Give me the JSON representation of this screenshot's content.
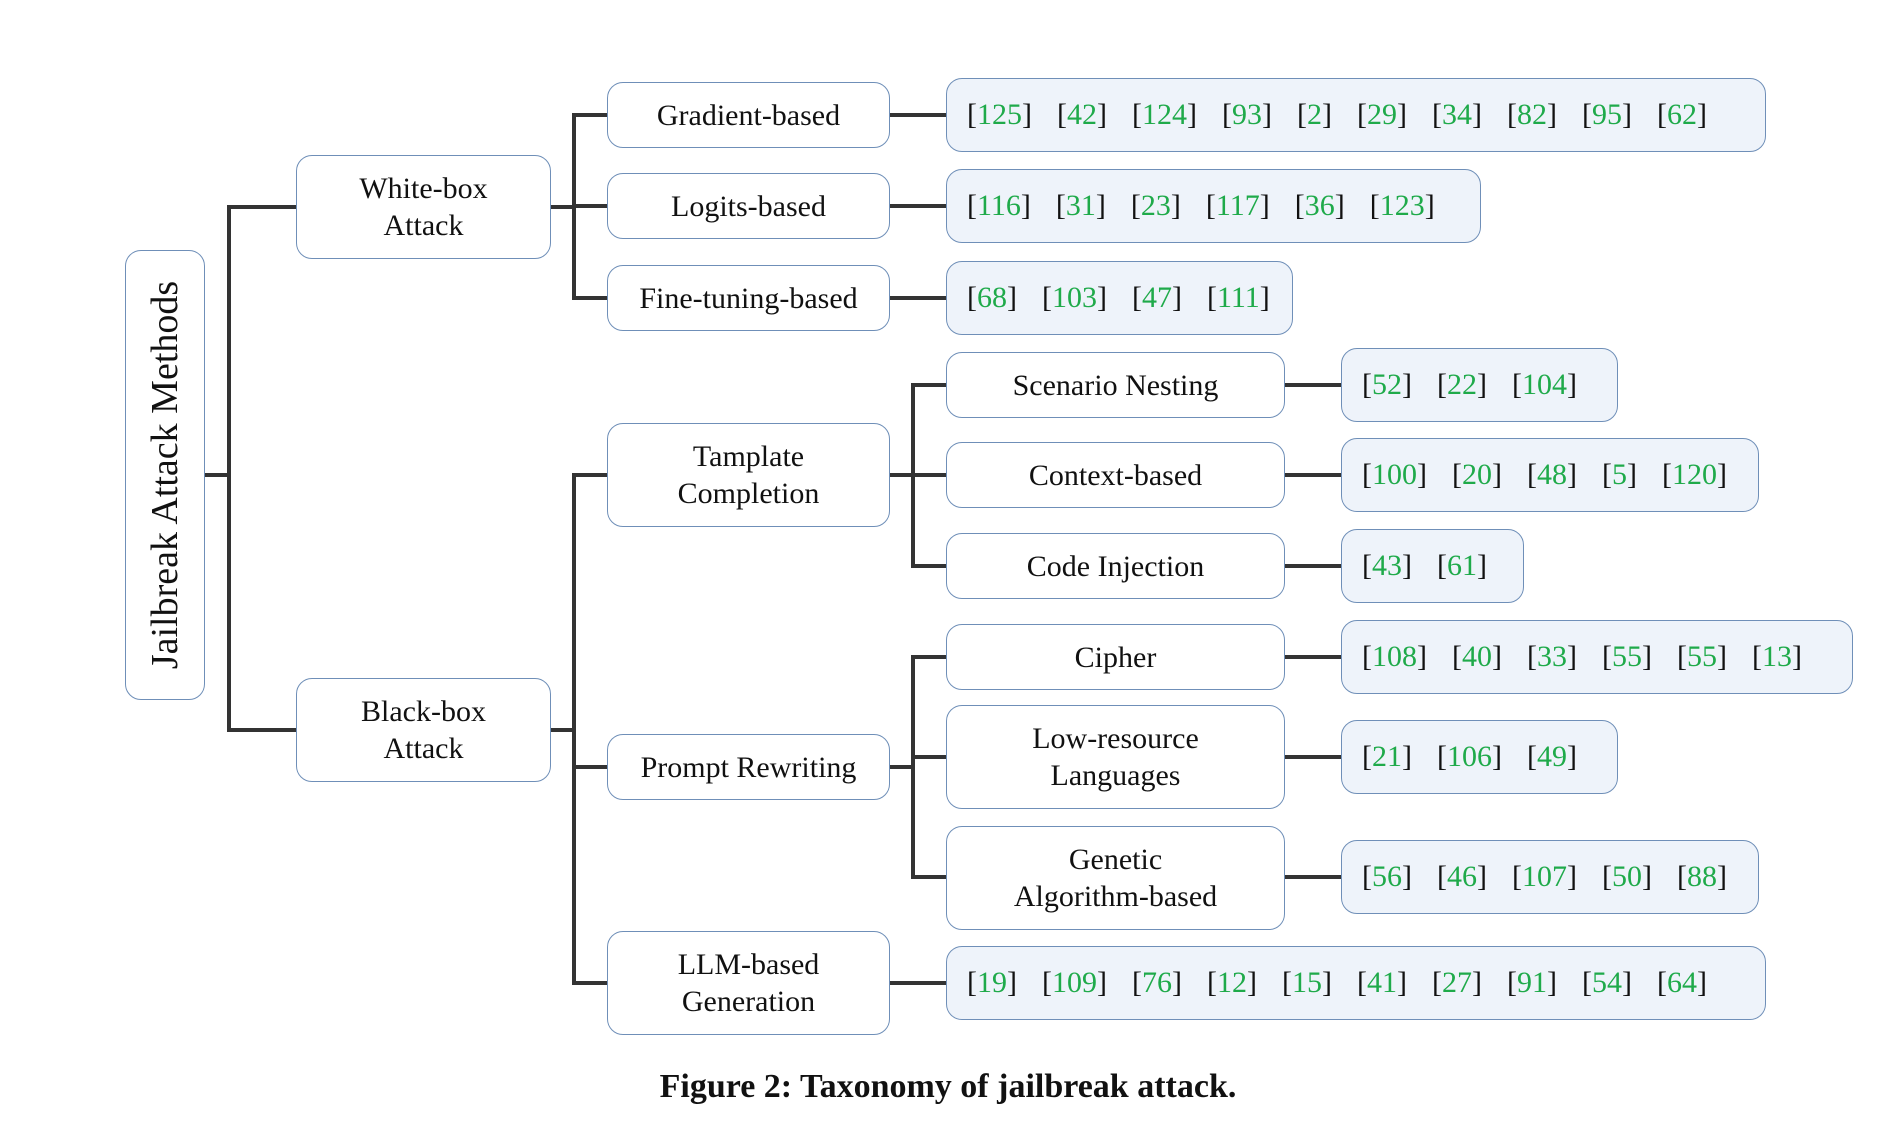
{
  "root": {
    "label": "Jailbreak Attack Methods"
  },
  "caption": "Figure 2: Taxonomy of jailbreak attack.",
  "colors": {
    "line": "#333333",
    "border": "#6f8fb8",
    "ref_bg": "#eef3fa",
    "ref_number": "#1faa4a"
  },
  "white_box": {
    "line1": "White-box",
    "line2": "Attack",
    "gradient": {
      "label": "Gradient-based",
      "refs": [
        "125",
        "42",
        "124",
        "93",
        "2",
        "29",
        "34",
        "82",
        "95",
        "62"
      ]
    },
    "logits": {
      "label": "Logits-based",
      "refs": [
        "116",
        "31",
        "23",
        "117",
        "36",
        "123"
      ]
    },
    "finetune": {
      "label": "Fine-tuning-based",
      "refs": [
        "68",
        "103",
        "47",
        "111"
      ]
    }
  },
  "black_box": {
    "line1": "Black-box",
    "line2": "Attack",
    "template": {
      "line1": "Tamplate",
      "line2": "Completion",
      "scenario": {
        "label": "Scenario Nesting",
        "refs": [
          "52",
          "22",
          "104"
        ]
      },
      "context": {
        "label": "Context-based",
        "refs": [
          "100",
          "20",
          "48",
          "5",
          "120"
        ]
      },
      "code": {
        "label": "Code Injection",
        "refs": [
          "43",
          "61"
        ]
      }
    },
    "rewriting": {
      "label": "Prompt Rewriting",
      "cipher": {
        "label": "Cipher",
        "refs": [
          "108",
          "40",
          "33",
          "55",
          "55",
          "13"
        ]
      },
      "lowres": {
        "line1": "Low-resource",
        "line2": "Languages",
        "refs": [
          "21",
          "106",
          "49"
        ]
      },
      "genetic": {
        "line1": "Genetic",
        "line2": "Algorithm-based",
        "refs": [
          "56",
          "46",
          "107",
          "50",
          "88"
        ]
      }
    },
    "llm": {
      "line1": "LLM-based",
      "line2": "Generation",
      "refs": [
        "19",
        "109",
        "76",
        "12",
        "15",
        "41",
        "27",
        "91",
        "54",
        "64"
      ]
    }
  }
}
